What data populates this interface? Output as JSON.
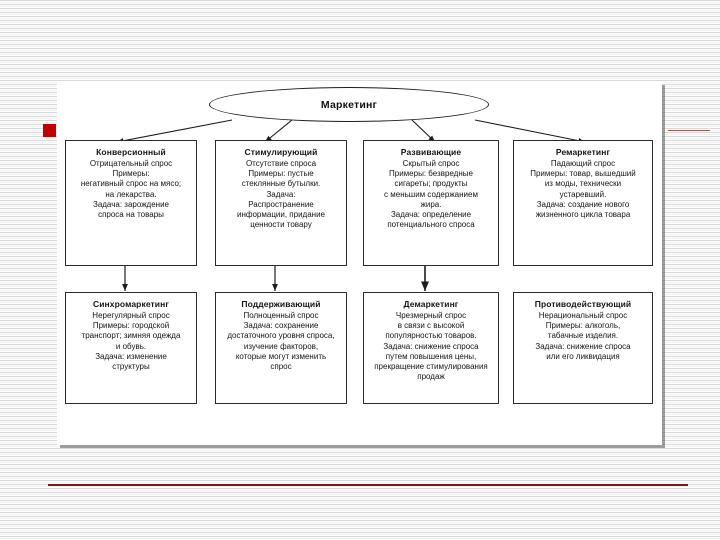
{
  "slide": {
    "bullet_color": "#c00000",
    "divider_color": "#7c1515",
    "root": {
      "label": "Маркетинг"
    },
    "row1": [
      {
        "title": "Конверсионный",
        "body": "Отрицательный спрос\nПримеры:\nнегативный спрос на мясо;\nна лекарства.\nЗадача: зарождение\nспроса на товары"
      },
      {
        "title": "Стимулирующий",
        "body": "Отсутствие спроса\nПримеры: пустые\nстеклянные бутылки.\nЗадача:\nРаспространение\nинформации, придание\nценности товару"
      },
      {
        "title": "Развивающие",
        "body": "Скрытый спрос\nПримеры: безвредные\nсигареты; продукты\nс меньшим содержанием\nжира.\nЗадача: определение\nпотенциального спроса"
      },
      {
        "title": "Ремаркетинг",
        "body": "Падающий спрос\nПримеры: товар, вышедший\nиз моды, технически\nустаревший.\nЗадача: создание нового\nжизненного цикла товара"
      }
    ],
    "row2": [
      {
        "title": "Синхромаркетинг",
        "body": "Нерегулярный спрос\nПримеры: городской\nтранспорт; зимняя одежда\nи обувь.\nЗадача: изменение\nструктуры"
      },
      {
        "title": "Поддерживающий",
        "body": "Полноценный спрос\nЗадача: сохранение\nдостаточного уровня спроса,\nизучение факторов,\nкоторые могут изменить\nспрос"
      },
      {
        "title": "Демаркетинг",
        "body": "Чрезмерный спрос\nв связи с высокой\nпопулярностью товаров.\nЗадача: снижение спроса\nпутем повышения цены,\nпрекращение стимулирования\nпродаж"
      },
      {
        "title": "Противодействующий",
        "body": "Нерациональный спрос\nПримеры: алкоголь,\nтабачные изделия.\nЗадача: снижение спроса\nили его ликвидация"
      }
    ]
  }
}
